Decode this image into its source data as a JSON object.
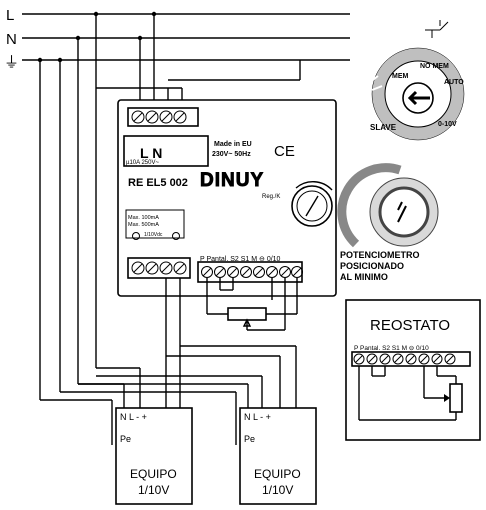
{
  "mains": {
    "line": "L",
    "neutral": "N",
    "earth_symbol": "⏚"
  },
  "device": {
    "made_in": "Made in EU",
    "rating": "230V~ 50Hz",
    "ce": "CE",
    "top_label": "L  N",
    "load_note": "µ10A 250V~",
    "model": "RE EL5 002",
    "brand": "DINUY",
    "reg_label": "Reg./K",
    "out_max": "Max. 100mA",
    "inp_max": "Max. 500mA",
    "sub_note": "1/10Vdc",
    "terminals_bottom": "P   Pantal.  S2 S1  M   ⊖  0/10"
  },
  "mode_dial": {
    "labels": [
      "MEM",
      "NO MEM",
      "AUTO",
      "0-10V",
      "SLAVE"
    ]
  },
  "potentiometer": {
    "caption_1": "POTENCIOMETRO",
    "caption_2": "POSICIONADO",
    "caption_3": "AL MINIMO"
  },
  "rheostat": {
    "title": "REOSTATO",
    "terminals": "P   Pantal.  S2 S1  M  ⊖ 0/10"
  },
  "equipment": [
    {
      "terminals": "N  L   -    +",
      "pe": "Pe",
      "name_1": "EQUIPO",
      "name_2": "1/10V"
    },
    {
      "terminals": "N  L   -    +",
      "pe": "Pe",
      "name_1": "EQUIPO",
      "name_2": "1/10V"
    }
  ]
}
